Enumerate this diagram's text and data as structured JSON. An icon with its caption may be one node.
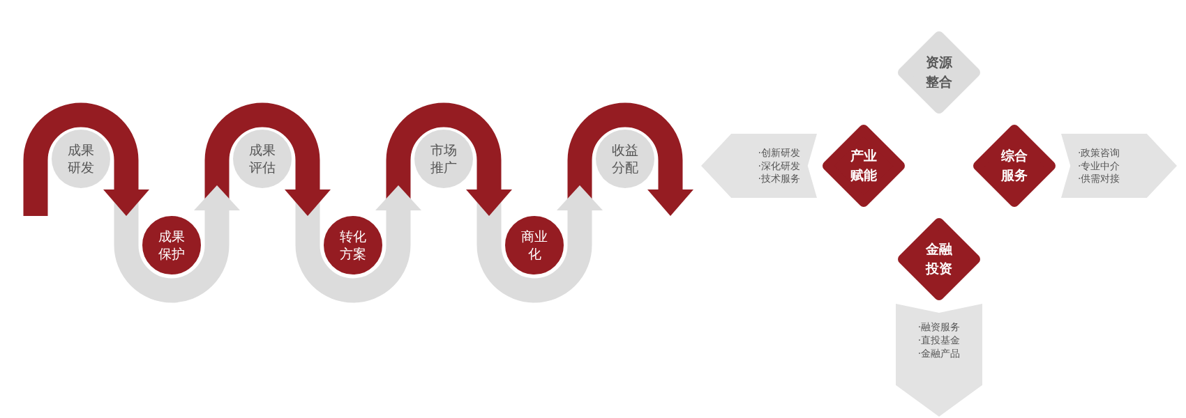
{
  "diagram": {
    "nodes": [
      {
        "text": [
          "成果研发"
        ]
      },
      {
        "text": [
          "成果保护"
        ]
      },
      {
        "text": [
          "成果评估"
        ]
      },
      {
        "text": [
          "转化方案"
        ]
      },
      {
        "text": [
          "市场推广"
        ]
      },
      {
        "text": [
          "商业化"
        ]
      },
      {
        "text": [
          "收益分配"
        ]
      },
      {
        "text": [
          "资源整合"
        ]
      },
      {
        "text": [
          "产业赋能"
        ]
      },
      {
        "text": [
          "综合服务"
        ]
      },
      {
        "text": [
          "金融投资"
        ]
      },
      {
        "text": [
          "·创新研发",
          "·深化研发",
          "·技术服务"
        ]
      },
      {
        "text": [
          "·政策咨询",
          "·专业中介",
          "·供需对接"
        ]
      },
      {
        "text": [
          "·融资服务",
          "·直投基金",
          "·金融产品"
        ]
      }
    ]
  }
}
